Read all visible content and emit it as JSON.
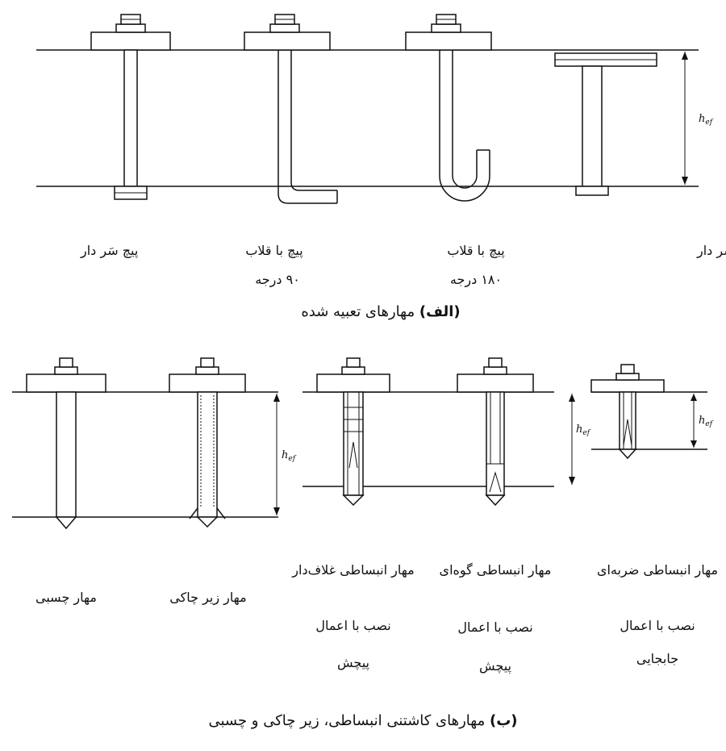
{
  "part_a": {
    "caption_letter": "(الف)",
    "caption_text": "مهارهای تعبیه شده",
    "dimension_symbol": "h",
    "dimension_subscript": "ef",
    "items": [
      {
        "line1": "پیچ سَر دار",
        "line2": ""
      },
      {
        "line1": "پیچ با قلاب",
        "line2": "۹۰ درجه"
      },
      {
        "line1": "پیچ با قلاب",
        "line2": "۱۸۰ درجه"
      },
      {
        "line1": "گل‌میخ سَر دار",
        "line2": ""
      }
    ]
  },
  "part_b": {
    "caption_letter": "(ب)",
    "caption_text": "مهارهای کاشتنی انبساطی، زیر چاکی و چسبی",
    "dimension_symbol": "h",
    "dimension_subscript": "ef",
    "items": [
      {
        "line1": "مهار چسبی",
        "line2": "",
        "line3": ""
      },
      {
        "line1": "مهار زیر چاکی",
        "line2": "",
        "line3": ""
      },
      {
        "line1": "مهار انبساطی غلاف‌دار",
        "line2": "نصب با اعمال",
        "line3": "پیچش"
      },
      {
        "line1": "مهار انبساطی گوه‌ای",
        "line2": "نصب با اعمال",
        "line3": "پیچش"
      },
      {
        "line1": "مهار انبساطی ضربه‌ای",
        "line2": "نصب با اعمال",
        "line3": "جابجایی"
      }
    ]
  }
}
